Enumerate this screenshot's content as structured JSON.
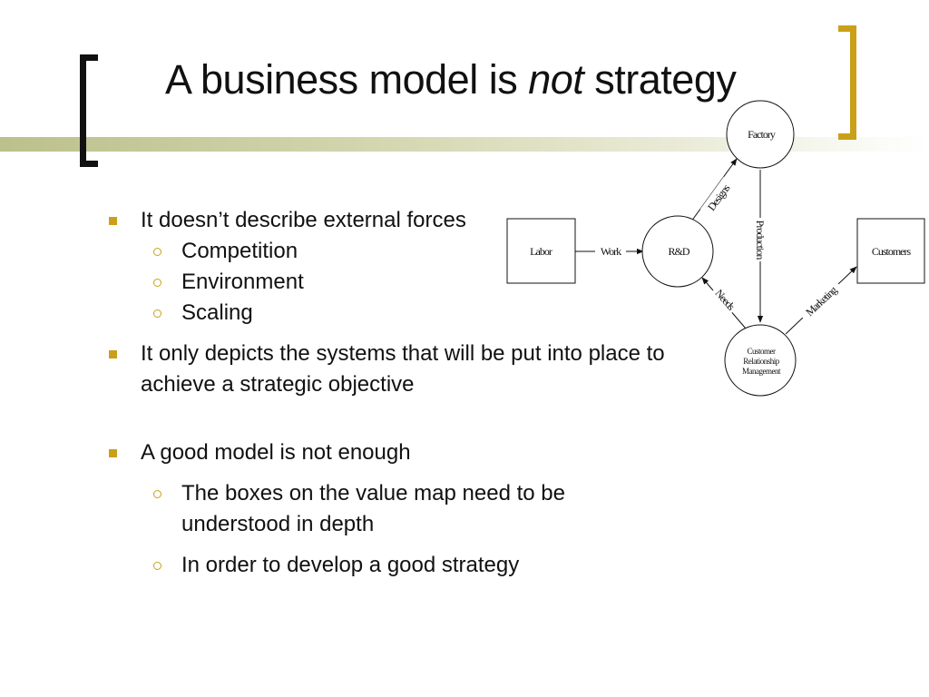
{
  "slide": {
    "title_part1": "A business model is ",
    "title_emphasis": "not",
    "title_part2": " strategy"
  },
  "bullets": [
    {
      "text": "It doesn’t describe external forces",
      "sub": [
        "Competition",
        "Environment",
        "Scaling"
      ]
    },
    {
      "text": "It only depicts the systems that will be put into place to achieve a strategic objective",
      "sub": []
    },
    {
      "text": "A good model is not enough",
      "sub": [
        "The boxes on the value map need to be understood in depth",
        "In order to develop a good strategy"
      ]
    }
  ],
  "diagram": {
    "nodes": {
      "labor": "Labor",
      "rd": "R&D",
      "factory": "Factory",
      "customers": "Customers",
      "crm_line1": "Customer",
      "crm_line2": "Relationship",
      "crm_line3": "Management"
    },
    "edges": {
      "work": "Work",
      "designs": "Designs",
      "production": "Production",
      "needs": "Needs",
      "marketing": "Marketing"
    }
  },
  "colors": {
    "accent_gold": "#c9a018",
    "title_bar": "#bcc08c",
    "text": "#111111"
  }
}
